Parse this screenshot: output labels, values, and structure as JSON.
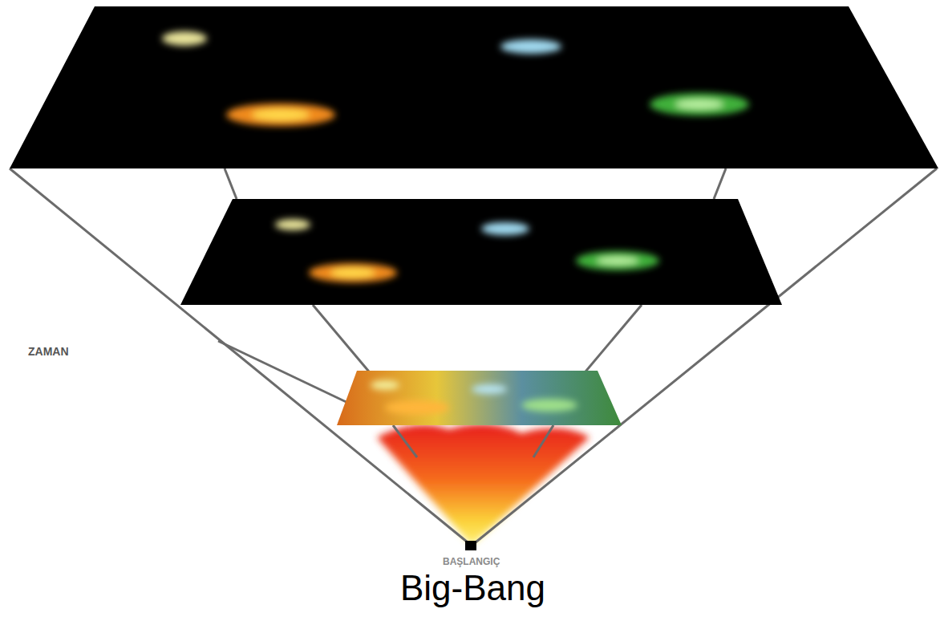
{
  "diagram": {
    "labels": [
      "ZAMAN",
      "BAŞLANGIÇ",
      "Big-Bang"
    ]
  }
}
